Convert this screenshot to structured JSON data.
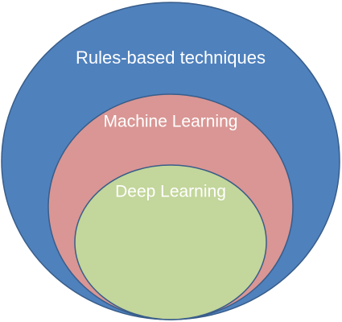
{
  "diagram": {
    "type": "nested-circles",
    "layers": [
      {
        "label": "Rules-based techniques",
        "fill": "#4f81bd",
        "stroke": "#385d8a"
      },
      {
        "label": "Machine Learning",
        "fill": "#d99694",
        "stroke": "#385d8a"
      },
      {
        "label": "Deep Learning",
        "fill": "#c3d69b",
        "stroke": "#385d8a"
      }
    ]
  }
}
